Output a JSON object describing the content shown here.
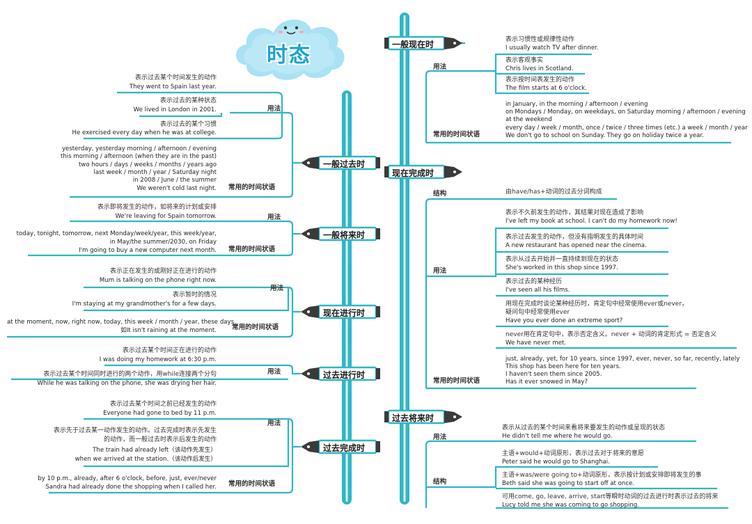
{
  "title": "时态",
  "colors": {
    "teal": "#2fb6c6",
    "pen_dark": "#3a3a3a",
    "cloud": "#9fdcef"
  },
  "left": {
    "past_simple": {
      "label": "一般过去时",
      "usage_label": "用法",
      "usage": [
        {
          "cn": "表示过去某个时间发生的动作",
          "en": "They went to Spain last year."
        },
        {
          "cn": "表示过去的某种状态",
          "en": "We lived in London in 2001."
        },
        {
          "cn": "表示过去的某个习惯",
          "en": "He exercised every day when he was at college."
        }
      ],
      "adverb_label": "常用的时间状语",
      "adverbs": [
        "yesterday, yesterday morning / afternoon / evening",
        "this morning / afternoon (when they are in the past)",
        "two hours / days / weeks / months / years ago",
        "last week / month / year / Saturday night",
        "in 2008 / June / the summer",
        "We weren't cold last night."
      ]
    },
    "future_simple": {
      "label": "一般将来时",
      "usage_label": "用法",
      "usage": [
        {
          "cn": "表示即将发生的动作，如将来的计划或安排",
          "en": "We're leaving for Spain tomorrow."
        }
      ],
      "adverb_label": "常用的时间状语",
      "adverbs": [
        "today, tonight, tomorrow, next Monday/week/year, this week/year,",
        "in May/the summer/2030, on Friday",
        "I'm going to buy a new computer next month."
      ]
    },
    "present_continuous": {
      "label": "现在进行时",
      "usage_label": "用法",
      "usage": [
        {
          "cn": "表示正在发生的或刚好正在进行的动作",
          "en": "Mum is talking on the phone right now."
        },
        {
          "cn": "表示暂时的情况",
          "en": "I'm staying at my grandmother's for a few days."
        }
      ],
      "adverb_label": "常用的时间状语",
      "adverbs": [
        "at the moment, now, right now, today, this week / month / year, these days",
        "如It isn't raining at the moment."
      ]
    },
    "past_continuous": {
      "label": "过去进行时",
      "usage_label": "用法",
      "usage": [
        {
          "cn": "表示过去某个时间正在进行的动作",
          "en": "I was doing my homework at 6:30 p.m."
        },
        {
          "cn": "表示过去某个时间同时进行的两个动作，用while连接两个分句",
          "en": "While he was talking on the phone, she was drying her hair."
        }
      ]
    },
    "past_perfect": {
      "label": "过去完成时",
      "usage_label": "用法",
      "usage": [
        {
          "cn": "表示过去某个时间之前已经发生的动作",
          "en": "Everyone had gone to bed by 11 p.m."
        }
      ],
      "usage2_lines": [
        "表示先于过去某一动作发生的动作。过去完成时表示先发生",
        "的动作，而一般过去时表示后发生的动作",
        "The train had already left（该动作先发生）",
        "when we arrived at the station.（该动作后发生）"
      ],
      "adverb_label": "常用的时间状语",
      "adverbs": [
        "by 10 p.m., already, after 6 o'clock, before, just, ever/never",
        "Sandra had already done the shopping when I called her."
      ]
    }
  },
  "right": {
    "present_simple": {
      "label": "一般现在时",
      "usage_label": "用法",
      "usage": [
        {
          "cn": "表示习惯性或规律性动作",
          "en": "I usually watch TV after dinner."
        },
        {
          "cn": "表示客观事实",
          "en": "Chris lives in Scotland."
        },
        {
          "cn": "表示按时间表发生的动作",
          "en": "The film starts at 6 o'clock."
        }
      ],
      "adverb_label": "常用的时间状语",
      "adverbs": [
        "in January, in the morning / afternoon / evening",
        "on Mondays / Monday, on weekdays, on Saturday morning / afternoon / evening",
        "at the weekend",
        "every day / week / month, once / twice / three times (etc.) a week / month / year",
        "We don't go to school on Sunday.      They go on holiday twice a year."
      ]
    },
    "present_perfect": {
      "label": "现在完成时",
      "structure_label": "结构",
      "structure": "由have/has+动词的过去分词构成",
      "usage_label": "用法",
      "usage": [
        {
          "cn": "表示不久前发生的动作，其结果对现在造成了影响",
          "en": "I've left my book at school. I can't do my homework now!"
        },
        {
          "cn": "表示过去发生的动作，但没有指明发生的具体时间",
          "en": "A new restaurant has opened near the cinema."
        },
        {
          "cn": "表示从过去开始并一直持续到现在的状态",
          "en": "She's worked in this shop since 1997."
        },
        {
          "cn": "表示过去的某种经历",
          "en": "I've seen all his films."
        }
      ],
      "usage_ever_lines": [
        "用现在完成时谈论某种经历时，肯定句中经常使用ever或never，",
        "疑问句中经常使用ever",
        "Have you ever done an extreme sport?"
      ],
      "usage_never_lines": [
        "never用在肯定句中，表示否定含义。never + 动词的肯定形式 = 否定含义",
        "We have never met."
      ],
      "adverb_label": "常用的时间状语",
      "adverbs": [
        "just, already, yet, for 10 years, since 1997, ever, never, so far, recently, lately",
        "This shop has been here for ten years.",
        "I haven't seen them since 2005.",
        "Has it ever snowed in May?"
      ]
    },
    "future_in_past": {
      "label": "过去将来时",
      "usage_label": "用法",
      "usage": [
        {
          "cn": "表示从过去的某个时间来看将来要发生的动作或呈现的状态",
          "en": "He didn't tell me where he would go."
        }
      ],
      "structure_label": "结构",
      "structure": [
        {
          "cn": "主语+would+动词原形，表示过去对于将来的意愿",
          "en": "Peter said he would go to Shanghai."
        },
        {
          "cn": "主语+was/were going to+动词原形，表示按计划或安排即将发生的事",
          "en": "Beth said she was going to start off at once."
        },
        {
          "cn": "可用come, go, leave, arrive, start等瞬时动词的过去进行时表示过去的将来",
          "en": "Lucy told me she was coming to go shopping."
        }
      ]
    }
  }
}
